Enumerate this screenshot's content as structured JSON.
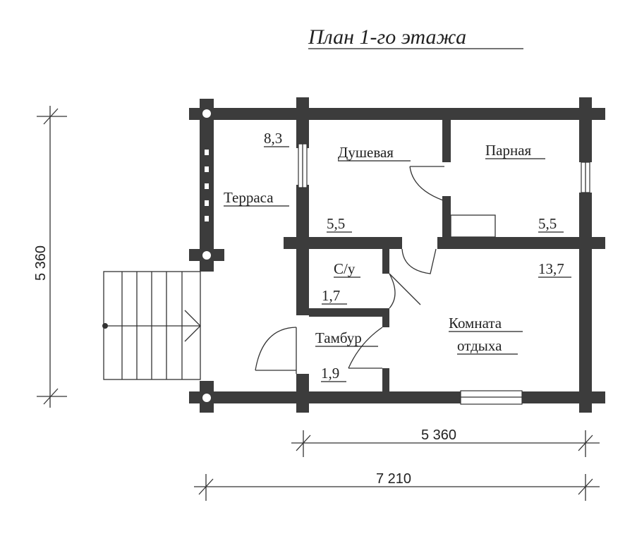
{
  "title": "План 1-го этажа",
  "rooms": {
    "terrace": {
      "name": "Терраса",
      "area": "8,3"
    },
    "shower": {
      "name": "Душевая",
      "area": "5,5"
    },
    "steam": {
      "name": "Парная",
      "area": "5,5"
    },
    "wc": {
      "name": "С/у",
      "area": "1,7"
    },
    "vestibule": {
      "name": "Тамбур",
      "area": "1,9"
    },
    "rest_line1": "Комната",
    "rest_line2": "отдыха",
    "rest_area": "13,7"
  },
  "dimensions": {
    "height": "5 360",
    "inner_width": "5 360",
    "total_width": "7 210"
  }
}
